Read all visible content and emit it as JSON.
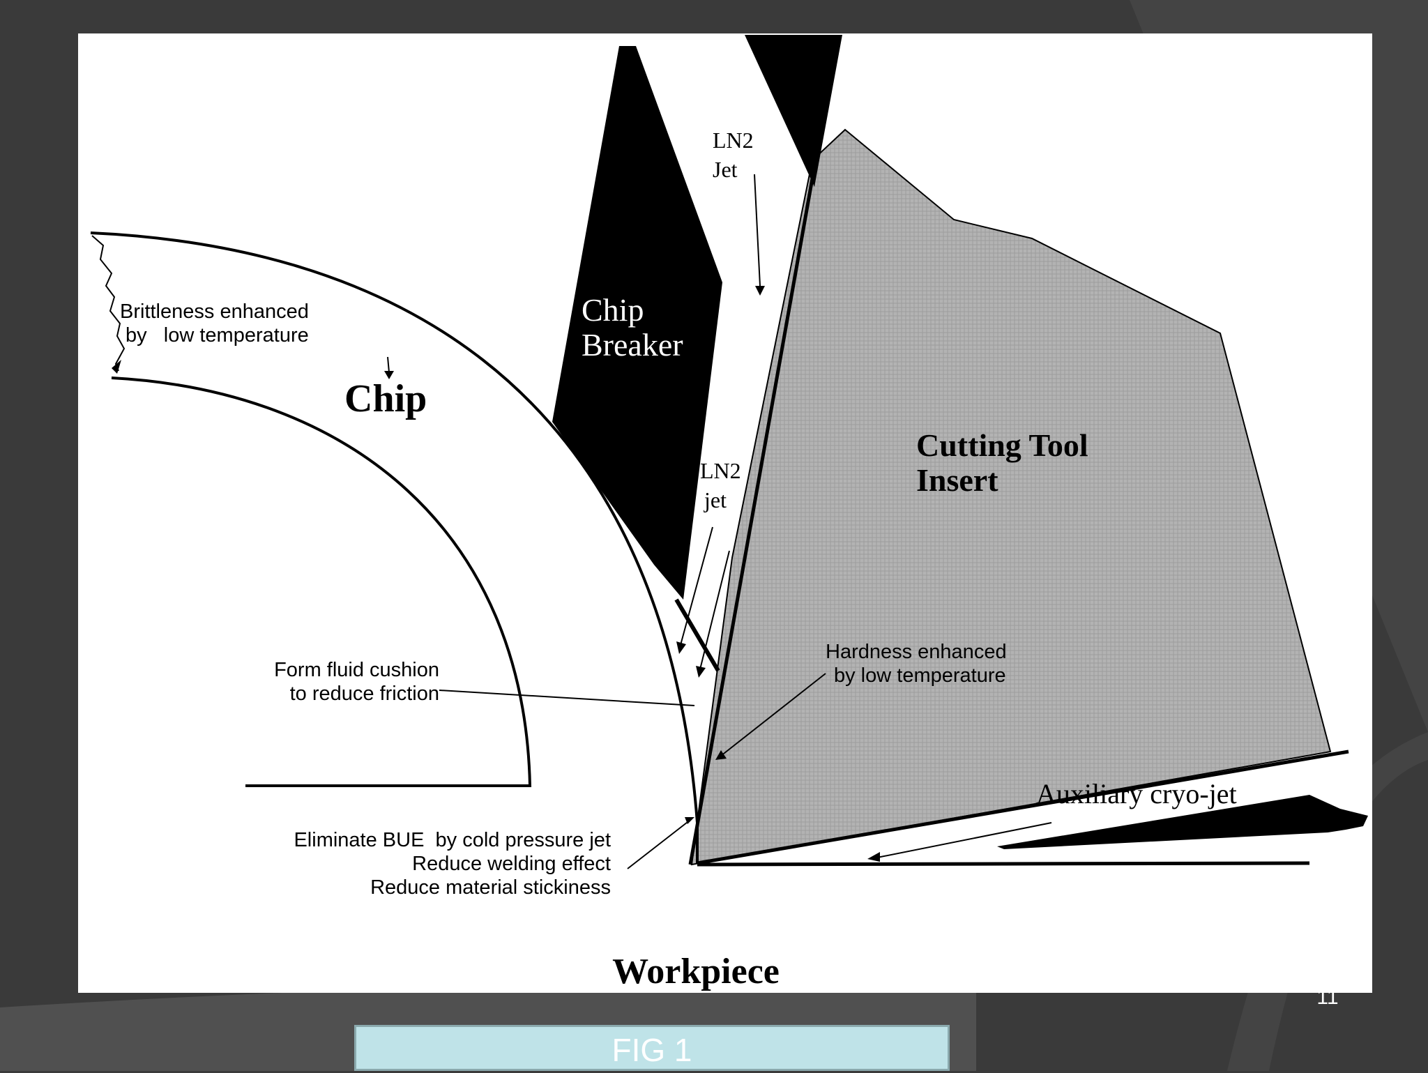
{
  "figure": {
    "labels": {
      "ln2_jet_top_line1": "LN2",
      "ln2_jet_top_line2": "Jet",
      "chip_breaker_line1": "Chip",
      "chip_breaker_line2": "Breaker",
      "brittleness_line1": "Brittleness enhanced",
      "brittleness_line2": "by   low temperature",
      "chip": "Chip",
      "ln2_jet_mid_line1": "LN2",
      "ln2_jet_mid_line2": "jet",
      "cutting_tool_line1": "Cutting Tool",
      "cutting_tool_line2": "Insert",
      "hardness_line1": "Hardness enhanced",
      "hardness_line2": "by low temperature",
      "fluid_cushion_line1": "Form fluid cushion",
      "fluid_cushion_line2": "to reduce friction",
      "auxiliary_cryojet": "Auxiliary cryo-jet",
      "bue_line1": "Eliminate BUE  by cold pressure jet",
      "bue_line2": "Reduce welding effect",
      "bue_line3": "Reduce material stickiness",
      "workpiece": "Workpiece"
    }
  },
  "slide": {
    "page_number": "11",
    "caption": "FIG 1"
  },
  "colors": {
    "background": "#3a3a3a",
    "insert_fill": "#b3b3b3",
    "caption_fill": "#bfe3e8"
  }
}
